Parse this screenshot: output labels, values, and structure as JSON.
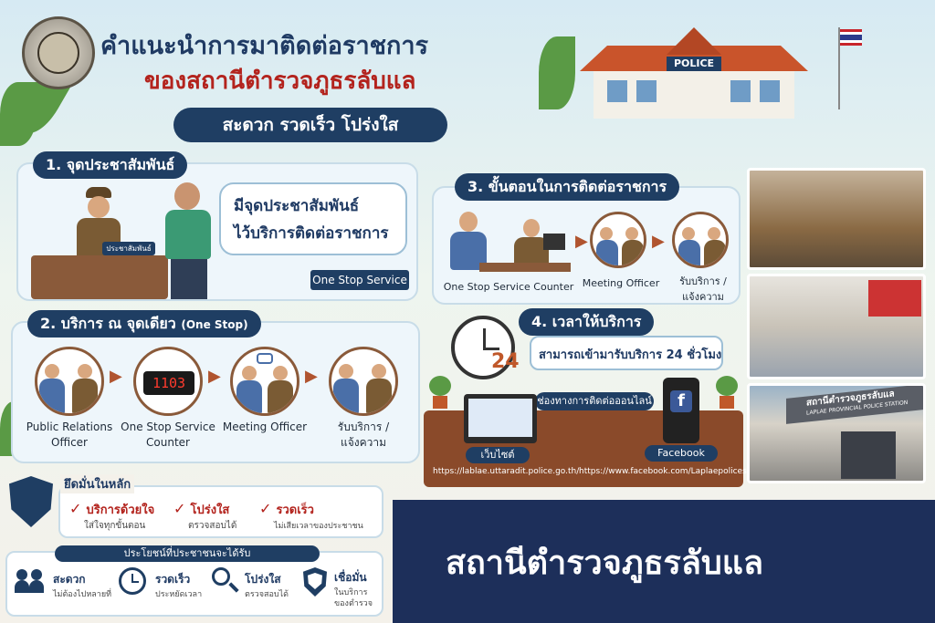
{
  "header": {
    "title_line1": "คำแนะนำการมาติดต่อราชการ",
    "title_line2": "ของสถานีตำรวจภูธรลับแล",
    "slogan": "สะดวก รวดเร็ว โปร่งใส"
  },
  "building": {
    "sign": "POLICE"
  },
  "section1": {
    "heading": "1. จุดประชาสัมพันธ์",
    "desk_sign": "ประชาสัมพันธ์",
    "bubble_line1": "มีจุดประชาสัมพันธ์",
    "bubble_line2": "ไว้บริการติดต่อราชการ",
    "badge": "One Stop Service"
  },
  "section2": {
    "heading": "2. บริการ ณ จุดเดียว",
    "heading_suffix": "(One Stop)",
    "counter_display": "1103",
    "steps": [
      {
        "label_line1": "Public Relations",
        "label_line2": "Officer"
      },
      {
        "label_line1": "One Stop Service",
        "label_line2": "Counter"
      },
      {
        "label_line1": "Meeting Officer",
        "label_line2": ""
      },
      {
        "label_line1": "รับบริการ /",
        "label_line2": "แจ้งความ"
      }
    ]
  },
  "section3": {
    "heading": "3. ขั้นตอนในการติดต่อราชการ",
    "steps": [
      {
        "label_line1": "One Stop Service Counter",
        "label_line2": ""
      },
      {
        "label_line1": "Meeting Officer",
        "label_line2": ""
      },
      {
        "label_line1": "รับบริการ /",
        "label_line2": "แจ้งความ"
      }
    ]
  },
  "section4": {
    "heading": "4. เวลาให้บริการ",
    "clock_badge": "24",
    "text": "สามารถเข้ามารับบริการ 24 ชั่วโมง"
  },
  "online": {
    "heading": "ช่องทางการติดต่อออนไลน์",
    "website_label": "เว็บไซต์",
    "website_url": "https://lablae.uttaradit.police.go.th/",
    "facebook_label": "Facebook",
    "facebook_url": "https://www.facebook.com/Laplaepolicestation",
    "facebook_logo": "f"
  },
  "principles": {
    "heading": "ยึดมั่นในหลัก",
    "items": [
      {
        "title": "บริการด้วยใจ",
        "sub": "ใส่ใจทุกขั้นตอน"
      },
      {
        "title": "โปร่งใส",
        "sub": "ตรวจสอบได้"
      },
      {
        "title": "รวดเร็ว",
        "sub": "ไม่เสียเวลาของประชาชน"
      }
    ],
    "check_mark": "✓"
  },
  "benefits": {
    "heading": "ประโยชน์ที่ประชาชนจะได้รับ",
    "items": [
      {
        "title": "สะดวก",
        "sub": "ไม่ต้องไปหลายที่",
        "icon": "people-icon"
      },
      {
        "title": "รวดเร็ว",
        "sub": "ประหยัดเวลา",
        "icon": "clock-icon"
      },
      {
        "title": "โปร่งใส",
        "sub": "ตรวจสอบได้",
        "icon": "magnifier-icon"
      },
      {
        "title": "เชื่อมั่น",
        "sub_line1": "ในบริการ",
        "sub_line2": "ของตำรวจ",
        "icon": "shield-check-icon"
      }
    ]
  },
  "photo_station": {
    "sign_line1": "สถานีตำรวจภูธรลับแล",
    "sign_line2": "LAPLAE PROVINCIAL POLICE STATION"
  },
  "footer": {
    "title": "สถานีตำรวจภูธรลับแล"
  },
  "colors": {
    "navy": "#1f3e63",
    "red": "#b3231d",
    "brown": "#8a5a3a",
    "uniform": "#7a5b34"
  }
}
